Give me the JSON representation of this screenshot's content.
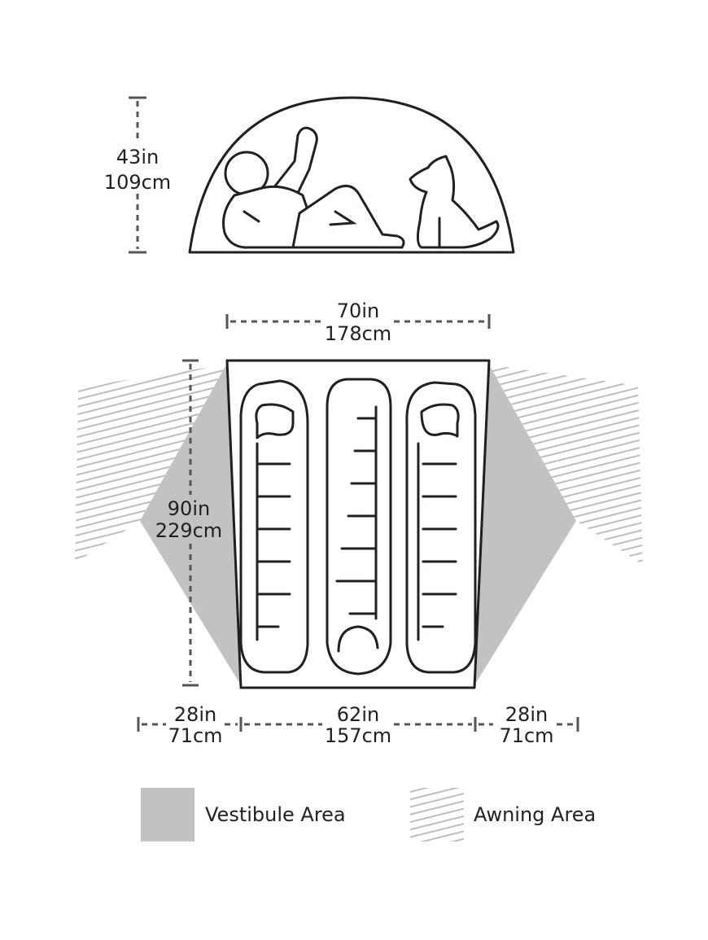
{
  "dimensions": {
    "height": {
      "imperial": "43in",
      "metric": "109cm"
    },
    "floor_width": {
      "imperial": "70in",
      "metric": "178cm"
    },
    "floor_length": {
      "imperial": "90in",
      "metric": "229cm"
    },
    "left_vestibule_depth": {
      "imperial": "28in",
      "metric": "71cm"
    },
    "center_width": {
      "imperial": "62in",
      "metric": "157cm"
    },
    "right_vestibule_depth": {
      "imperial": "28in",
      "metric": "71cm"
    }
  },
  "legend": {
    "vestibule": {
      "label": "Vestibule Area",
      "color": "#c2c2c2"
    },
    "awning": {
      "label": "Awning Area",
      "color": "#bdbdbd"
    }
  },
  "colors": {
    "line": "#231f20",
    "dimension_line": "#555555",
    "vestibule_fill": "#c2c2c2",
    "awning_hatch": "#bdbdbd"
  }
}
